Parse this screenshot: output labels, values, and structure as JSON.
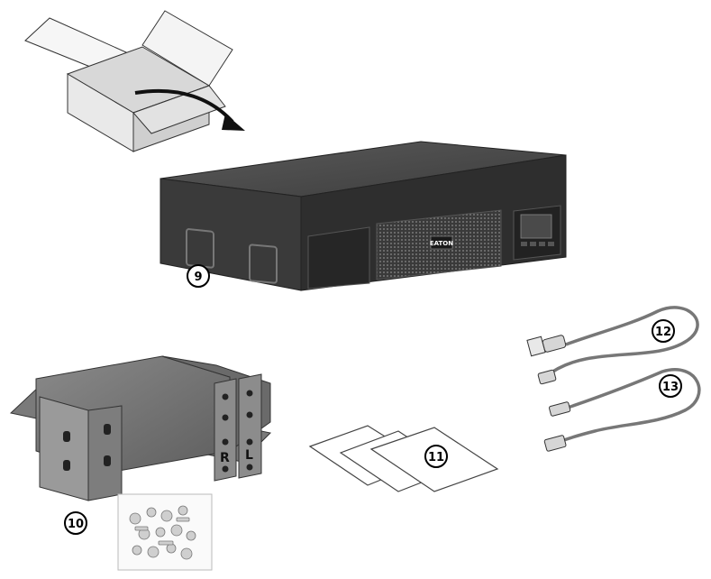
{
  "callouts": {
    "ups": "9",
    "rails": "10",
    "documents": "11",
    "serial_cable": "12",
    "usb_cable": "13"
  },
  "rails": {
    "right_letter": "R",
    "left_letter": "L"
  },
  "ups": {
    "logo": "EATON"
  },
  "icons": {
    "box": "open-box-icon",
    "arrow": "curved-arrow-icon"
  }
}
